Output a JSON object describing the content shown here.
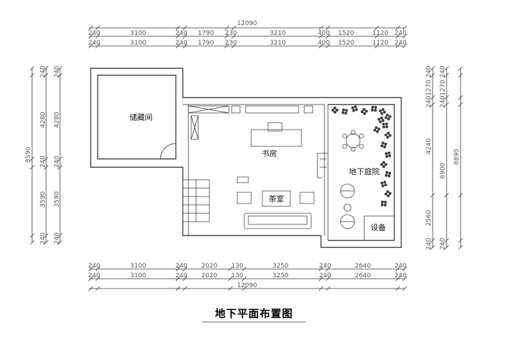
{
  "title": "地下平面布置图",
  "rooms": {
    "storage": "储藏间",
    "study": "书房",
    "tea_room": "茶室",
    "courtyard": "地下庭院",
    "equipment": "设备"
  },
  "dimensions": {
    "top_total": "12090",
    "top_row1": [
      "240",
      "3100",
      "240",
      "1790",
      "230",
      "3210",
      "400",
      "1520",
      "1120",
      "240"
    ],
    "top_row2": [
      "240",
      "3100",
      "240",
      "1790",
      "230",
      "3210",
      "400",
      "1520",
      "1120",
      "240"
    ],
    "bottom_row1": [
      "240",
      "3100",
      "240",
      "2020",
      "130",
      "3250",
      "240",
      "2640",
      "240"
    ],
    "bottom_row2": [
      "240",
      "3100",
      "240",
      "2020",
      "130",
      "3250",
      "240",
      "2640",
      "240"
    ],
    "bottom_total": "12090",
    "left_outer": "8590",
    "left_inner": [
      "240",
      "4280",
      "240",
      "3590",
      "240"
    ],
    "left_inner2": [
      "240",
      "4280",
      "240",
      "3590",
      "240"
    ],
    "right_inner": [
      "240",
      "1270",
      "240",
      "4240",
      "2560",
      "240"
    ],
    "right_inner2": [
      "240",
      "1270",
      "240",
      "6900",
      "240"
    ],
    "right_outer": "8890"
  }
}
